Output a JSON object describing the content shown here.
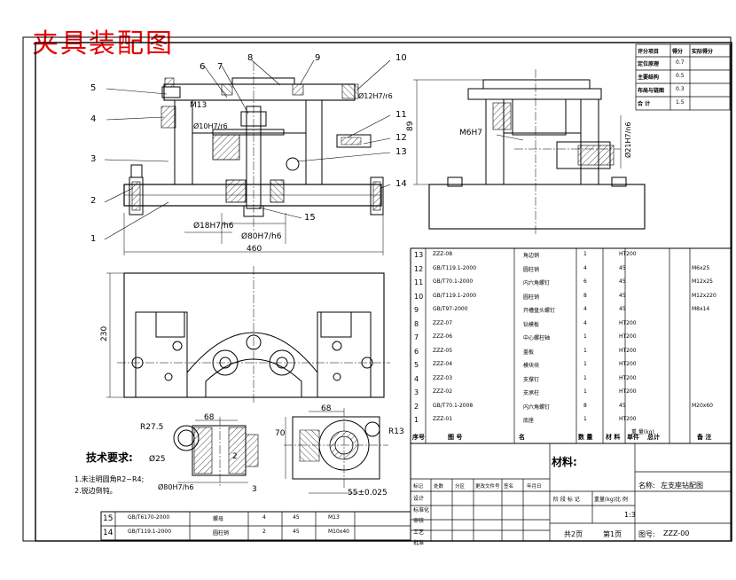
{
  "title": "夹具装配图",
  "callouts": [
    "1",
    "2",
    "3",
    "4",
    "5",
    "6",
    "7",
    "8",
    "9",
    "10",
    "11",
    "12",
    "13",
    "14",
    "15"
  ],
  "dims": {
    "m13": "M13",
    "phi10": "Ø10H7/r6",
    "phi12": "Ø12H7/r6",
    "phi18": "Ø18H7/h6",
    "phi80": "Ø80H7/h6",
    "w460": "460",
    "h89": "89",
    "m6": "M6H7",
    "phi21": "Ø21H7/n6",
    "h230": "230",
    "r27": "R27.5",
    "d68a": "68",
    "d68b": "68",
    "phi25": "Ø25",
    "d70": "70",
    "r13": "R13",
    "phi80b": "Ø80H7/h6",
    "d55": "55±0.025",
    "d3": "3",
    "d2": "2"
  },
  "tech": {
    "heading": "技术要求:",
    "line1": "1.未注明圆角R2~R4;",
    "line2": "2.锐边倒钝。"
  },
  "score_table": {
    "headers": [
      "评分项目",
      "得分",
      "实际得分"
    ],
    "rows": [
      [
        "定位原理",
        "0.7",
        ""
      ],
      [
        "主要结构",
        "0.5",
        ""
      ],
      [
        "布局与链图",
        "0.3",
        ""
      ],
      [
        "合 计",
        "1.5",
        ""
      ]
    ]
  },
  "bom": {
    "rows": [
      [
        "13",
        "ZZZ-08",
        "角边销",
        "1",
        "HT200",
        ""
      ],
      [
        "12",
        "GB/T119.1-2000",
        "圆柱销",
        "4",
        "45",
        "M6x25"
      ],
      [
        "11",
        "GB/T70.1-2000",
        "内六角螺钉",
        "6",
        "45",
        "M12x25"
      ],
      [
        "10",
        "GB/T119.1-2000",
        "圆柱销",
        "8",
        "45",
        "M12x220"
      ],
      [
        "9",
        "GB/T97-2000",
        "开槽盘头螺钉",
        "4",
        "45",
        "M8x14"
      ],
      [
        "8",
        "ZZZ-07",
        "钻模板",
        "4",
        "HT200",
        ""
      ],
      [
        "7",
        "ZZZ-06",
        "中心螺柱轴",
        "1",
        "HT200",
        ""
      ],
      [
        "6",
        "ZZZ-05",
        "盖板",
        "1",
        "HT200",
        ""
      ],
      [
        "5",
        "ZZZ-04",
        "模块块",
        "1",
        "HT200",
        ""
      ],
      [
        "4",
        "ZZZ-03",
        "支撑钉",
        "1",
        "HT200",
        ""
      ],
      [
        "3",
        "ZZZ-02",
        "支承柱",
        "1",
        "HT200",
        ""
      ],
      [
        "2",
        "GB/T70.1-2008",
        "内六角螺钉",
        "8",
        "45",
        "M20x60"
      ],
      [
        "1",
        "ZZZ-01",
        "底座",
        "1",
        "HT200",
        ""
      ]
    ],
    "header": [
      "序号",
      "图 号",
      "名",
      "数 量",
      "材 料",
      "单件",
      "总计",
      "备 注"
    ],
    "weight": "重 量(kg)"
  },
  "title_block": {
    "material": "材料:",
    "name_label": "名称:",
    "name": "左支座钻配图",
    "scale": "1:3",
    "drawing_no_label": "图号:",
    "drawing_no": "ZZZ-00",
    "sheets": "共2页",
    "sheet": "第1页",
    "row_labels": [
      "标记",
      "处数",
      "分区",
      "更改文件号",
      "签名",
      "年月日"
    ],
    "left_labels": [
      "设计",
      "标准化",
      "审核",
      "工艺",
      "批准"
    ],
    "stage": "阶 段 标 记",
    "weight": "重量(kg)",
    "ratio": "比 例"
  },
  "lower_bom": {
    "rows": [
      [
        "15",
        "GB/T6170-2000",
        "螺母",
        "4",
        "45",
        "M13"
      ],
      [
        "14",
        "GB/T119.1-2000",
        "圆柱销",
        "2",
        "45",
        "M10x40"
      ]
    ]
  }
}
